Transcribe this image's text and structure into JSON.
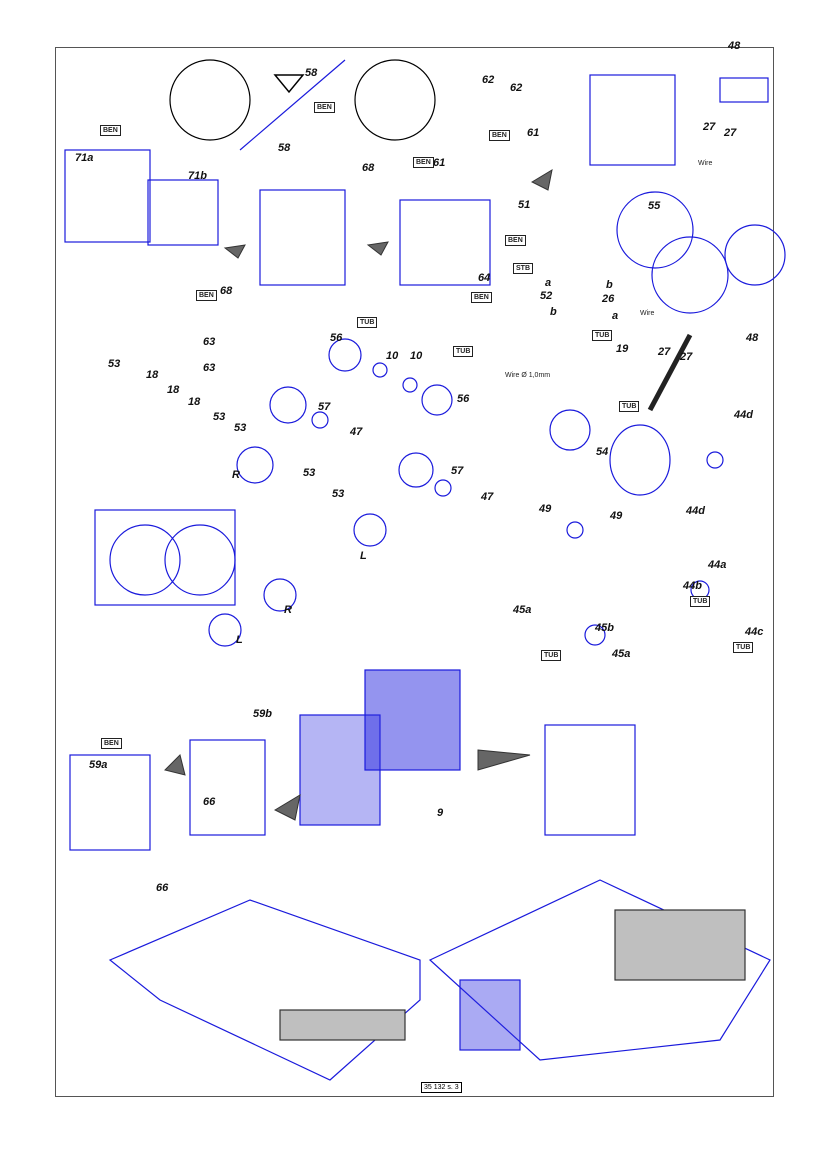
{
  "colors": {
    "line": "#1a1adc",
    "fill": "#2a2ae0",
    "tray": "#bfbfbf"
  },
  "footer": "35 132 s. 3",
  "warning_icon": "warning-triangle-icon",
  "part_labels": [
    "71a",
    "71b",
    "58",
    "58",
    "68",
    "68",
    "63",
    "63",
    "62",
    "62",
    "61",
    "61",
    "51",
    "64",
    "52",
    "26",
    "19",
    "48",
    "27",
    "27",
    "55",
    "27",
    "27",
    "48",
    "53",
    "18",
    "18",
    "18",
    "53",
    "53",
    "R",
    "56",
    "10",
    "10",
    "56",
    "57",
    "47",
    "57",
    "47",
    "53",
    "53",
    "L",
    "R",
    "L",
    "54",
    "44d",
    "44d",
    "49",
    "49",
    "45a",
    "45b",
    "45a",
    "44a",
    "44b",
    "44c",
    "59b",
    "59a",
    "66",
    "9",
    "66",
    "a",
    "b",
    "b",
    "a"
  ],
  "material_tags": [
    "BEN",
    "BEN",
    "BEN",
    "BEN",
    "BEN",
    "BEN",
    "BEN",
    "STB",
    "TUB",
    "TUB",
    "TUB",
    "TUB",
    "TUB",
    "TUB",
    "TUB",
    "BEN"
  ],
  "wire_notes": [
    "Wire",
    "Wire",
    "Wire Ø 1,0mm"
  ]
}
